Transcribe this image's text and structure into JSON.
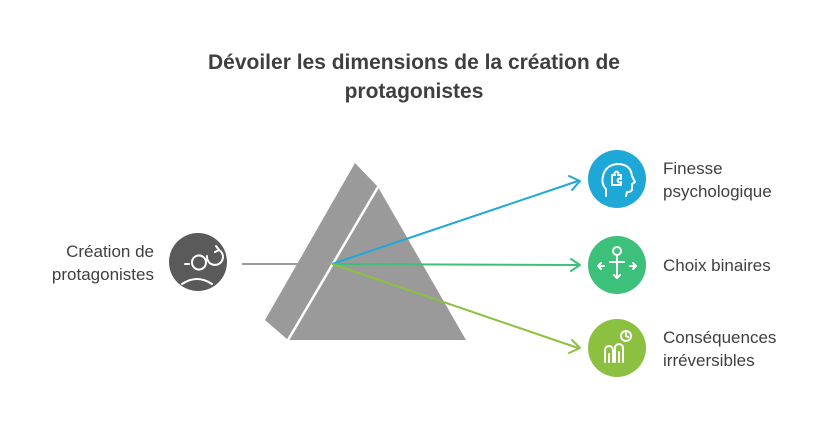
{
  "title": {
    "line1": "Dévoiler les dimensions de la création de",
    "line2": "protagonistes"
  },
  "source": {
    "label_line1": "Création de",
    "label_line2": "protagonistes",
    "icon": "character-creation-icon",
    "color": "#5a5a5a"
  },
  "outputs": [
    {
      "label_line1": "Finesse",
      "label_line2": "psychologique",
      "icon": "brain-puzzle-icon",
      "color": "#1ea8d8"
    },
    {
      "label_line1": "Choix binaires",
      "icon": "person-choice-arrows-icon",
      "color": "#3cc07a"
    },
    {
      "label_line1": "Conséquences",
      "label_line2": "irréversibles",
      "icon": "hands-clock-icon",
      "color": "#8cc040"
    }
  ],
  "prism_color": "#9a9a9a"
}
